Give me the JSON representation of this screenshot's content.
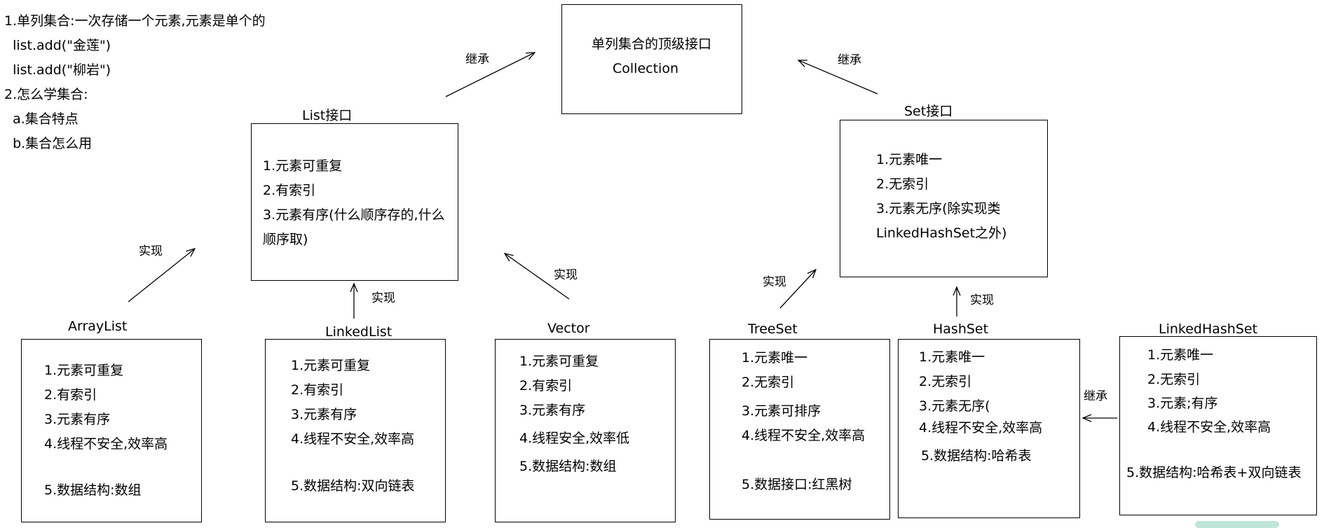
{
  "notes": [
    "1.单列集合:一次存储一个元素,元素是单个的",
    "  list.add(\"金莲\")",
    "  list.add(\"柳岩\")",
    "2.怎么学集合:",
    "  a.集合特点",
    "  b.集合怎么用"
  ],
  "top": {
    "line1": "单列集合的顶级接口",
    "line2": "Collection"
  },
  "list_interface": {
    "title": "List接口",
    "lines": [
      "1.元素可重复",
      "2.有索引",
      "3.元素有序(什么顺序存的,什么",
      "顺序取)"
    ]
  },
  "set_interface": {
    "title": "Set接口",
    "lines": [
      "1.元素唯一",
      "2.无索引",
      "3.元素无序(除实现类",
      "LinkedHashSet之外)"
    ]
  },
  "classes": {
    "arraylist": {
      "title": "ArrayList",
      "lines": [
        "1.元素可重复",
        "2.有索引",
        "3.元素有序",
        "4.线程不安全,效率高",
        "5.数据结构:数组"
      ]
    },
    "linkedlist": {
      "title": "LinkedList",
      "lines": [
        "1.元素可重复",
        "2.有索引",
        "3.元素有序",
        "4.线程不安全,效率高",
        "5.数据结构:双向链表"
      ]
    },
    "vector": {
      "title": "Vector",
      "lines": [
        "1.元素可重复",
        "2.有索引",
        "3.元素有序",
        "4.线程安全,效率低",
        "5.数据结构:数组"
      ]
    },
    "treeset": {
      "title": "TreeSet",
      "lines": [
        "1.元素唯一",
        "2.无索引",
        "3.元素可排序",
        "4.线程不安全,效率高",
        "5.数据接口:红黑树"
      ]
    },
    "hashset": {
      "title": "HashSet",
      "lines": [
        "1.元素唯一",
        "2.无索引",
        "3.元素无序(",
        "4.线程不安全,效率高",
        "5.数据结构:哈希表"
      ]
    },
    "linkedhashset": {
      "title": "LinkedHashSet",
      "lines": [
        "1.元素唯一",
        "2.无索引",
        "3.元素;有序",
        "4.线程不安全,效率高",
        "5.数据结构:哈希表+双向链表"
      ]
    }
  },
  "labels": {
    "inherit": "继承",
    "implement": "实现"
  }
}
